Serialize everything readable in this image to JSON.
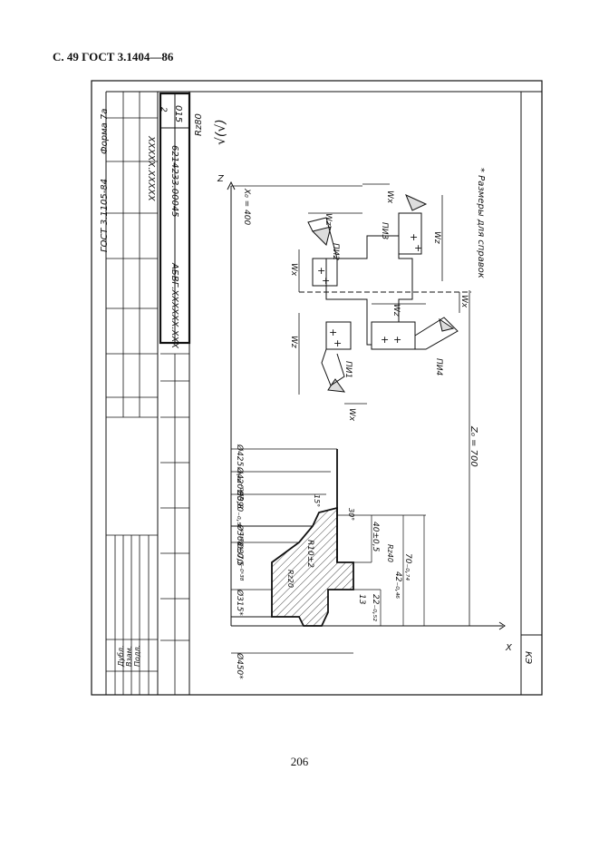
{
  "header": "С. 49 ГОСТ 3.1404—86",
  "page_number": "206",
  "form": {
    "standard": "ГОСТ 3.1105-84",
    "form_name": "Форма 7а",
    "stub_labels": [
      "Дубл.",
      "Взам.",
      "Подл."
    ]
  },
  "title_block": {
    "doc_code": "АБВГ.ХХХХХХ.ХХХ",
    "part_code": "6214233.00045",
    "designation": "ХХХХХ.ХХХХХ",
    "sheet": "2",
    "operation": "015",
    "doc_type": "КЭ"
  },
  "roughness": {
    "overall": "Rz80",
    "overall_sym": "√(√)",
    "local": [
      "Rz40",
      "Rz20"
    ]
  },
  "tools": [
    "ПИ1",
    "ПИ2",
    "ПИ3",
    "ПИ4"
  ],
  "feed_labels": {
    "wx": "Wx",
    "wz": "Wz",
    "x0": "X₀ = 400",
    "z0": "Z₀ = 700",
    "axis_x": "X",
    "axis_z": "Z"
  },
  "dimensions": [
    "Ø425₋₀,₈₉⁻⁰'⁵⁷",
    "Ø420±0,8",
    "Ø390₋₀,₅₇⁺¹'⁴",
    "Ø368±0,5",
    "Ø370⁻⁰'³⁸",
    "Ø315*",
    "Ø450*",
    "R10±2",
    "15°",
    "30°",
    "40±0,5",
    "70₋₀,₇₄",
    "42₋₀,₄₆",
    "22₋₀,₅₂",
    "13"
  ],
  "note": "* Размеры для справок"
}
